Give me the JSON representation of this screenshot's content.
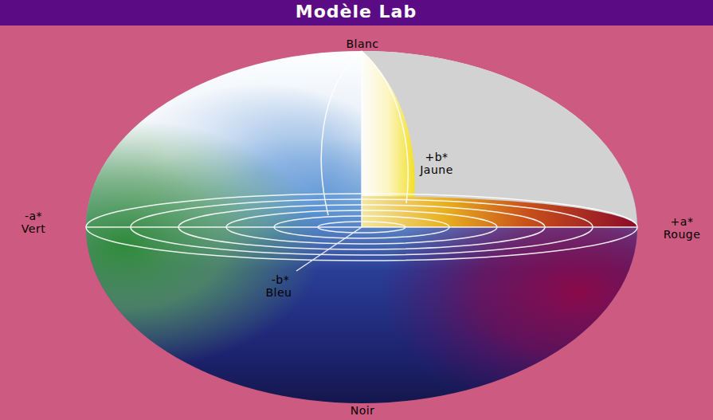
{
  "diagram": {
    "title": "Modèle Lab",
    "labels": [
      "Blanc",
      "+b*",
      "Jaune",
      "-a*",
      "Vert",
      "+a*",
      "Rouge",
      "-b*",
      "Bleu",
      "Noir"
    ]
  }
}
